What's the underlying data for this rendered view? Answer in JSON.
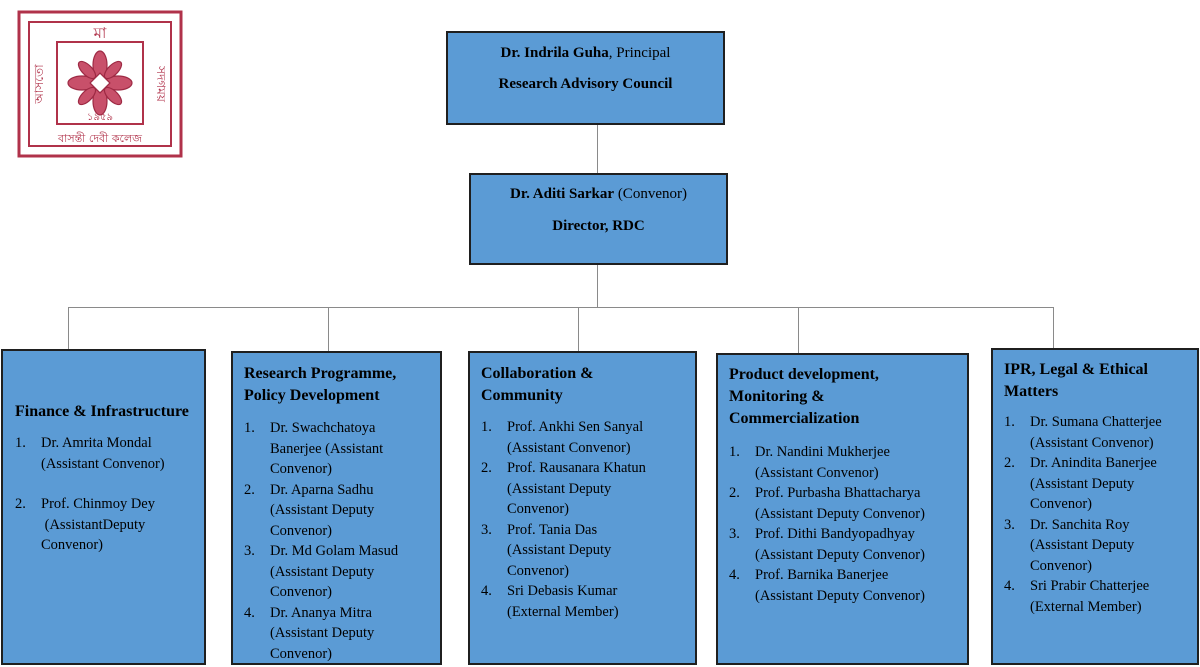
{
  "logo": {
    "text_top": "মা",
    "text_left": "আসতো",
    "text_right": "সদগময়",
    "year": "১৯৫৯",
    "name": "বাসন্তী দেবী কলেজ"
  },
  "principal": {
    "name": "Dr. Indrila Guha",
    "title": ", Principal",
    "council": "Research Advisory Council"
  },
  "convenor": {
    "name": "Dr. Aditi Sarkar",
    "role": " (Convenor)",
    "title": "Director, RDC"
  },
  "committees": [
    {
      "title": "Finance & Infrastructure",
      "members": [
        {
          "name": "Dr. Amrita Mondal",
          "role": "(Assistant Convenor)"
        },
        {
          "name": "Prof. Chinmoy Dey",
          "role": " (AssistantDeputy Convenor)"
        }
      ]
    },
    {
      "title": "Research Programme, Policy Development",
      "members": [
        {
          "name": "Dr. Swachchatoya Banerjee",
          "role": "(Assistant Convenor)"
        },
        {
          "name": "Dr. Aparna Sadhu",
          "role": "(Assistant Deputy Convenor)"
        },
        {
          "name": "Dr. Md Golam Masud",
          "role": "(Assistant Deputy Convenor)"
        },
        {
          "name": "Dr. Ananya Mitra",
          "role": "(Assistant Deputy Convenor)"
        }
      ]
    },
    {
      "title": "Collaboration & Community",
      "members": [
        {
          "name": "Prof. Ankhi Sen Sanyal",
          "role": "(Assistant Convenor)"
        },
        {
          "name": "Prof. Rausanara Khatun",
          "role": "(Assistant Deputy Convenor)"
        },
        {
          "name": "Prof. Tania Das",
          "role": "(Assistant Deputy Convenor)"
        },
        {
          "name": "Sri Debasis Kumar",
          "role": "(External Member)"
        }
      ]
    },
    {
      "title": "Product development, Monitoring & Commercialization",
      "members": [
        {
          "name": "Dr. Nandini Mukherjee",
          "role": "(Assistant Convenor)"
        },
        {
          "name": "Prof. Purbasha Bhattacharya",
          "role": "(Assistant Deputy Convenor)"
        },
        {
          "name": "Prof. Dithi Bandyopadhyay",
          "role": "(Assistant Deputy Convenor)"
        },
        {
          "name": "Prof. Barnika Banerjee",
          "role": "(Assistant Deputy Convenor)"
        }
      ]
    },
    {
      "title": "IPR, Legal & Ethical Matters",
      "members": [
        {
          "name": "Dr. Sumana Chatterjee",
          "role": "(Assistant Convenor)"
        },
        {
          "name": "Dr. Anindita Banerjee",
          "role": "(Assistant Deputy Convenor)"
        },
        {
          "name": "Dr. Sanchita Roy",
          "role": "(Assistant Deputy Convenor)"
        },
        {
          "name": "Sri Prabir Chatterjee",
          "role": "(External Member)"
        }
      ]
    }
  ]
}
